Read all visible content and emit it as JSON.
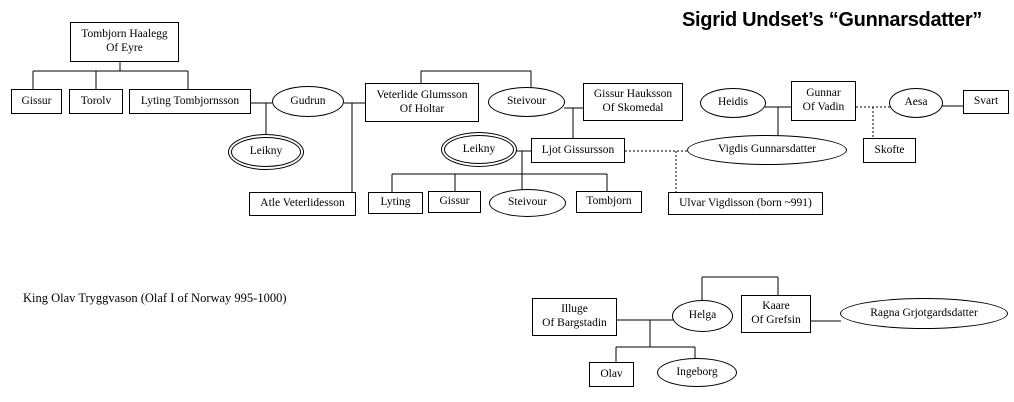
{
  "title": "Sigrid Undset’s “Gunnarsdatter”",
  "annotation": "King Olav Tryggvason (Olaf I of Norway 995-1000)",
  "nodes": {
    "tombjorn_haalegg": {
      "label": "Tombjorn Haalegg\nOf Eyre",
      "shape": "box"
    },
    "gissur_elder": {
      "label": "Gissur",
      "shape": "box"
    },
    "torolv": {
      "label": "Torolv",
      "shape": "box"
    },
    "lyting_tombjornsson": {
      "label": "Lyting Tombjornsson",
      "shape": "box"
    },
    "gudrun": {
      "label": "Gudrun",
      "shape": "ellipse"
    },
    "leikny_west": {
      "label": "Leikny",
      "shape": "double-ellipse"
    },
    "veterlide_glumsson": {
      "label": "Veterlide Glumsson\nOf Holtar",
      "shape": "box"
    },
    "steivour_elder": {
      "label": "Steivour",
      "shape": "ellipse"
    },
    "atle_veterlidesson": {
      "label": "Atle Veterlidesson",
      "shape": "box"
    },
    "gissur_hauksson": {
      "label": "Gissur Hauksson\nOf Skomedal",
      "shape": "box"
    },
    "leikny_east": {
      "label": "Leikny",
      "shape": "double-ellipse"
    },
    "ljot_gissursson": {
      "label": "Ljot Gissursson",
      "shape": "box"
    },
    "lyting_jr": {
      "label": "Lyting",
      "shape": "box"
    },
    "gissur_jr": {
      "label": "Gissur",
      "shape": "box"
    },
    "steivour_jr": {
      "label": "Steivour",
      "shape": "ellipse"
    },
    "tombjorn_jr": {
      "label": "Tombjorn",
      "shape": "box"
    },
    "ulvar_vigdisson": {
      "label": "Ulvar Vigdisson (born ~991)",
      "shape": "box"
    },
    "heidis": {
      "label": "Heidis",
      "shape": "ellipse"
    },
    "gunnar_of_vadin": {
      "label": "Gunnar\nOf Vadin",
      "shape": "box"
    },
    "vigdis_gunnarsdatter": {
      "label": "Vigdis Gunnarsdatter",
      "shape": "ellipse"
    },
    "aesa": {
      "label": "Aesa",
      "shape": "ellipse"
    },
    "svart": {
      "label": "Svart",
      "shape": "box"
    },
    "skofte": {
      "label": "Skofte",
      "shape": "box"
    },
    "illuge": {
      "label": "Illuge\nOf Bargstadin",
      "shape": "box"
    },
    "helga": {
      "label": "Helga",
      "shape": "ellipse"
    },
    "kaare": {
      "label": "Kaare\nOf Grefsin",
      "shape": "box"
    },
    "ragna": {
      "label": "Ragna Grjotgardsdatter",
      "shape": "ellipse"
    },
    "olav": {
      "label": "Olav",
      "shape": "box"
    },
    "ingeborg": {
      "label": "Ingeborg",
      "shape": "ellipse"
    }
  },
  "edges": [
    {
      "a": "Tombjorn Haalegg Of Eyre",
      "b": "Gissur; Torolv; Lyting Tombjornsson",
      "style": "solid-children"
    },
    {
      "a": "Lyting Tombjornsson",
      "b": "Gudrun",
      "style": "solid"
    },
    {
      "a": "Lyting Tombjornsson + Gudrun",
      "b": "Leikny",
      "style": "solid-child"
    },
    {
      "a": "Gudrun",
      "b": "Veterlide Glumsson Of Holtar",
      "style": "solid"
    },
    {
      "a": "Gudrun + Veterlide Glumsson",
      "b": "Atle Veterlidesson",
      "style": "solid-child"
    },
    {
      "a": "Veterlide Glumsson Of Holtar",
      "b": "Steivour",
      "style": "solid-bracket"
    },
    {
      "a": "Steivour",
      "b": "Gissur Hauksson Of Skomedal",
      "style": "solid"
    },
    {
      "a": "Steivour + Gissur Hauksson",
      "b": "Ljot Gissursson",
      "style": "solid-child"
    },
    {
      "a": "Leikny",
      "b": "Ljot Gissursson",
      "style": "solid"
    },
    {
      "a": "Leikny + Ljot Gissursson",
      "b": "Lyting; Gissur; Steivour; Tombjorn",
      "style": "solid-children"
    },
    {
      "a": "Ljot Gissursson",
      "b": "Vigdis Gunnarsdatter",
      "style": "dotted"
    },
    {
      "a": "Ljot Gissursson + Vigdis Gunnarsdatter",
      "b": "Ulvar Vigdisson (born ~991)",
      "style": "dotted-child"
    },
    {
      "a": "Heidis",
      "b": "Gunnar Of Vadin",
      "style": "solid"
    },
    {
      "a": "Heidis + Gunnar Of Vadin",
      "b": "Vigdis Gunnarsdatter",
      "style": "solid-child"
    },
    {
      "a": "Gunnar Of Vadin",
      "b": "Aesa",
      "style": "dotted"
    },
    {
      "a": "Gunnar Of Vadin + Aesa",
      "b": "Skofte",
      "style": "dotted-child"
    },
    {
      "a": "Aesa",
      "b": "Svart",
      "style": "solid"
    },
    {
      "a": "Helga",
      "b": "Kaare Of Grefsin",
      "style": "solid-bracket"
    },
    {
      "a": "Illuge Of Bargstadin",
      "b": "Helga",
      "style": "solid"
    },
    {
      "a": "Illuge Of Bargstadin + Helga",
      "b": "Olav; Ingeborg",
      "style": "solid-children"
    },
    {
      "a": "Kaare Of Grefsin",
      "b": "Ragna Grjotgardsdatter",
      "style": "solid"
    }
  ]
}
